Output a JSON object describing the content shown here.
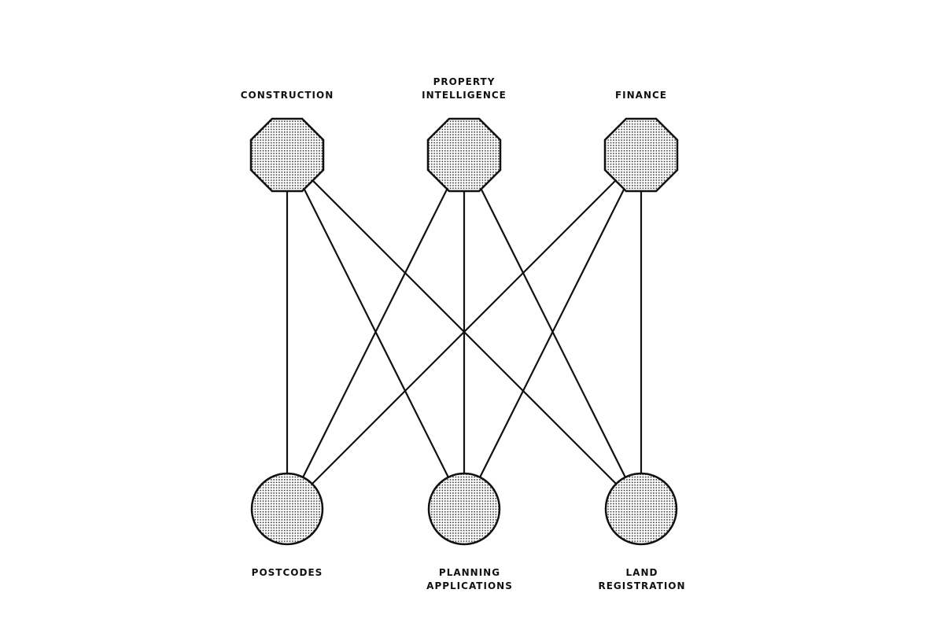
{
  "top_nodes": [
    {
      "id": "construction",
      "label_lines": [
        "CONSTRUCTION"
      ]
    },
    {
      "id": "property-intelligence",
      "label_lines": [
        "PROPERTY",
        "INTELLIGENCE"
      ]
    },
    {
      "id": "finance",
      "label_lines": [
        "FINANCE"
      ]
    }
  ],
  "bottom_nodes": [
    {
      "id": "postcodes",
      "label_lines": [
        "POSTCODES"
      ]
    },
    {
      "id": "planning-applications",
      "label_lines": [
        "PLANNING",
        "APPLICATIONS"
      ]
    },
    {
      "id": "land-registration",
      "label_lines": [
        "LAND",
        "REGISTRATION"
      ]
    }
  ],
  "edges": [
    [
      "construction",
      "postcodes"
    ],
    [
      "construction",
      "planning-applications"
    ],
    [
      "construction",
      "land-registration"
    ],
    [
      "property-intelligence",
      "postcodes"
    ],
    [
      "property-intelligence",
      "planning-applications"
    ],
    [
      "property-intelligence",
      "land-registration"
    ],
    [
      "finance",
      "postcodes"
    ],
    [
      "finance",
      "planning-applications"
    ],
    [
      "finance",
      "land-registration"
    ]
  ],
  "colors": {
    "stroke": "#111111",
    "dot": "#222222",
    "background": "#ffffff"
  }
}
